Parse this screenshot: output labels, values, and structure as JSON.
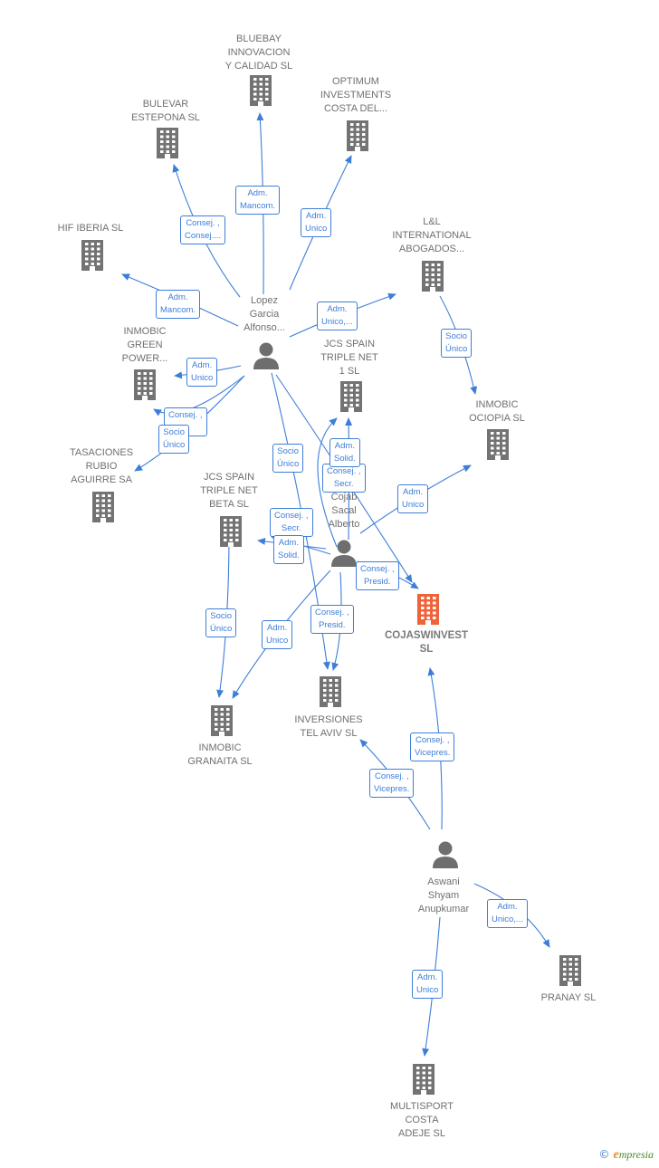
{
  "diagram": {
    "companies": [
      {
        "id": "bluebay",
        "label": "BLUEBAY\nINNOVACION\nY CALIDAD  SL"
      },
      {
        "id": "optimum",
        "label": "OPTIMUM\nINVESTMENTS\nCOSTA DEL..."
      },
      {
        "id": "bulevar",
        "label": "BULEVAR\nESTEPONA  SL"
      },
      {
        "id": "hif",
        "label": "HIF IBERIA  SL"
      },
      {
        "id": "ll",
        "label": "L&L\nINTERNATIONAL\nABOGADOS..."
      },
      {
        "id": "green",
        "label": "INMOBIC\nGREEN\nPOWER..."
      },
      {
        "id": "jcs1",
        "label": "JCS SPAIN\nTRIPLE NET\n1  SL"
      },
      {
        "id": "ociopia",
        "label": "INMOBIC\nOCIOPIA  SL"
      },
      {
        "id": "tasaciones",
        "label": "TASACIONES\nRUBIO\nAGUIRRE SA"
      },
      {
        "id": "jcsbeta",
        "label": "JCS SPAIN\nTRIPLE NET\nBETA  SL"
      },
      {
        "id": "cojaswinvest",
        "label": "COJASWINVEST\nSL",
        "focus": true
      },
      {
        "id": "granaita",
        "label": "INMOBIC\nGRANAITA  SL"
      },
      {
        "id": "inversiones",
        "label": "INVERSIONES\nTEL AVIV  SL"
      },
      {
        "id": "pranay",
        "label": "PRANAY  SL"
      },
      {
        "id": "multisport",
        "label": "MULTISPORT\nCOSTA\nADEJE  SL"
      }
    ],
    "persons": [
      {
        "id": "lopez",
        "label": "Lopez\nGarcia\nAlfonso..."
      },
      {
        "id": "cojab",
        "label": "Cojab\nSacal\nAlberto"
      },
      {
        "id": "aswani",
        "label": "Aswani\nShyam\nAnupkumar"
      }
    ],
    "relations": [
      {
        "id": "r1",
        "label": "Adm.\nMancom."
      },
      {
        "id": "r2",
        "label": "Adm.\nUnico"
      },
      {
        "id": "r3",
        "label": "Consej. ,\nConsej...."
      },
      {
        "id": "r4",
        "label": "Adm.\nMancom."
      },
      {
        "id": "r5",
        "label": "Adm.\nUnico,..."
      },
      {
        "id": "r6",
        "label": "Socio\nÚnico"
      },
      {
        "id": "r7",
        "label": "Adm.\nUnico"
      },
      {
        "id": "r8",
        "label": "Consej. ,\n..."
      },
      {
        "id": "r9",
        "label": "Socio\nÚnico"
      },
      {
        "id": "r10",
        "label": "Socio\nÚnico"
      },
      {
        "id": "r11",
        "label": "Adm.\nSolid."
      },
      {
        "id": "r12",
        "label": "Consej. ,\nSecr."
      },
      {
        "id": "r13",
        "label": "Adm.\nUnico"
      },
      {
        "id": "r14",
        "label": "Consej. ,\nSecr."
      },
      {
        "id": "r15",
        "label": "Adm.\nSolid."
      },
      {
        "id": "r16",
        "label": "Consej. ,\nPresid."
      },
      {
        "id": "r17",
        "label": "Socio\nÚnico"
      },
      {
        "id": "r18",
        "label": "Adm.\nUnico"
      },
      {
        "id": "r19",
        "label": "Consej. ,\nPresid."
      },
      {
        "id": "r20",
        "label": "Consej. ,\nVicepres."
      },
      {
        "id": "r21",
        "label": "Consej. ,\nVicepres."
      },
      {
        "id": "r22",
        "label": "Adm.\nUnico,..."
      },
      {
        "id": "r23",
        "label": "Adm.\nUnico"
      }
    ],
    "colors": {
      "edge": "#3d7ed8",
      "building": "#737373",
      "focus": "#f0633a",
      "person": "#6e6e6e"
    }
  },
  "brand": {
    "copyright": "©",
    "initial": "e",
    "name": "mpresia"
  }
}
